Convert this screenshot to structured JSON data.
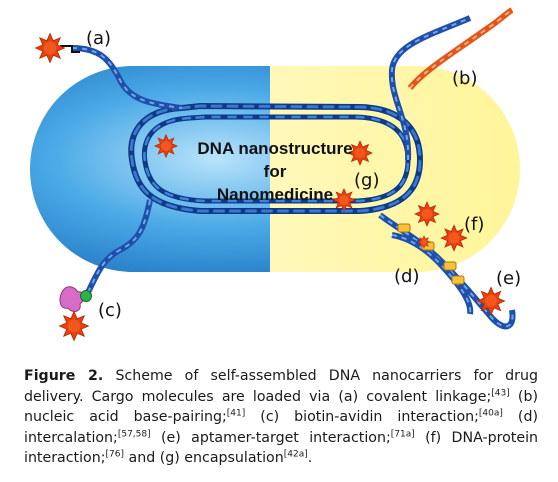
{
  "figure": {
    "center_title_lines": [
      "DNA nanostructure",
      "for",
      "Nanomedicine"
    ],
    "labels": {
      "a": "(a)",
      "b": "(b)",
      "c": "(c)",
      "d": "(d)",
      "e": "(e)",
      "f": "(f)",
      "g": "(g)"
    },
    "colors": {
      "left_blue": "#2a8fd6",
      "right_yellow": "#fff7b0",
      "dna_blue": "#1f4fa8",
      "dna_orange": "#e2561c",
      "cargo_star": "#e84010",
      "biotin_pink": "#d96bc8",
      "avidin_green": "#2db34a"
    }
  },
  "caption": {
    "figure_label": "Figure 2.",
    "text_1": "Scheme of self-assembled DNA nanocarriers for drug delivery. Cargo molecules are loaded via (a) covalent linkage;",
    "ref_a": "[43]",
    "text_2": "(b) nucleic acid base-pairing;",
    "ref_b": "[41]",
    "text_3": "(c) biotin-avidin interaction;",
    "ref_c": "[40a]",
    "text_4": "(d) intercalation;",
    "ref_d": "[57,58]",
    "text_5": "(e) aptamer-target interaction;",
    "ref_e": "[71a]",
    "text_6": "(f) DNA-protein interaction;",
    "ref_f": "[76]",
    "text_7": "and (g) encapsulation",
    "ref_g": "[42a]",
    "text_8": "."
  }
}
